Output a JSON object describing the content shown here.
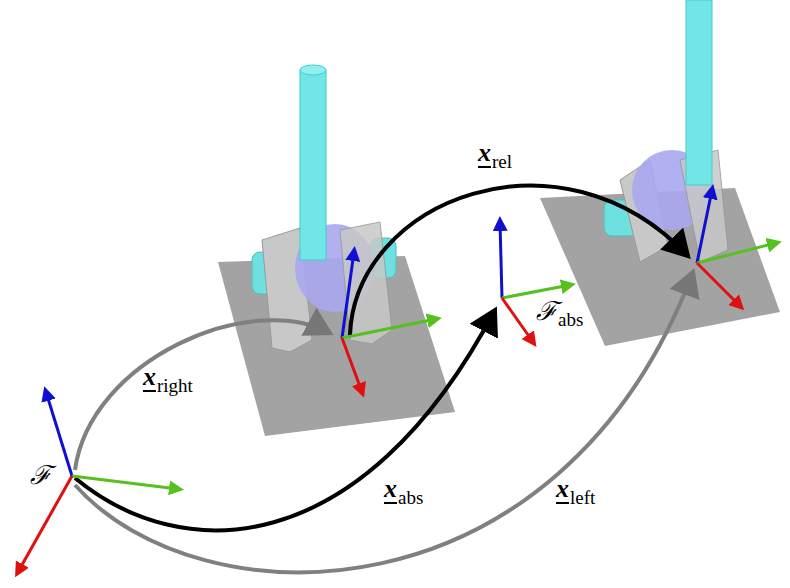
{
  "diagram": {
    "labels": [
      "x",
      "right",
      "x",
      "rel",
      "x",
      "abs",
      "x",
      "left",
      "ℱ",
      "ℱ",
      "abs"
    ]
  }
}
